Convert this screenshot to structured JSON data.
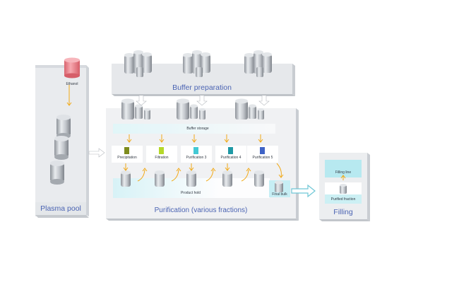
{
  "ethanol_label": "Ethanol",
  "plasma_pool": {
    "title": "Plasma pool"
  },
  "buffer_preparation": {
    "title": "Buffer preparation"
  },
  "buffer_storage": {
    "label": "Buffer storage"
  },
  "purification": {
    "title": "Purification (various fractions)",
    "steps": [
      {
        "label": "Precipitation",
        "color": "#7e8c1d"
      },
      {
        "label": "Filtration",
        "color": "#b5d829"
      },
      {
        "label": "Purification 3",
        "color": "#44c9d4"
      },
      {
        "label": "Purification 4",
        "color": "#1f99a5"
      },
      {
        "label": "Purification 5",
        "color": "#3f63c6"
      }
    ],
    "product_hold": "Product hold",
    "final_bulk": "Final bulk"
  },
  "filling": {
    "title": "Filling",
    "filling_line": "Filling line",
    "purified_fraction": "Purified fraction"
  },
  "colors": {
    "accent_text": "#4b64b3",
    "flow_arrow": "#f1a917",
    "connector_arrow": "#6fc7d6",
    "highlight": "#b7e9f0",
    "ethanol_tank": "#f08590"
  }
}
